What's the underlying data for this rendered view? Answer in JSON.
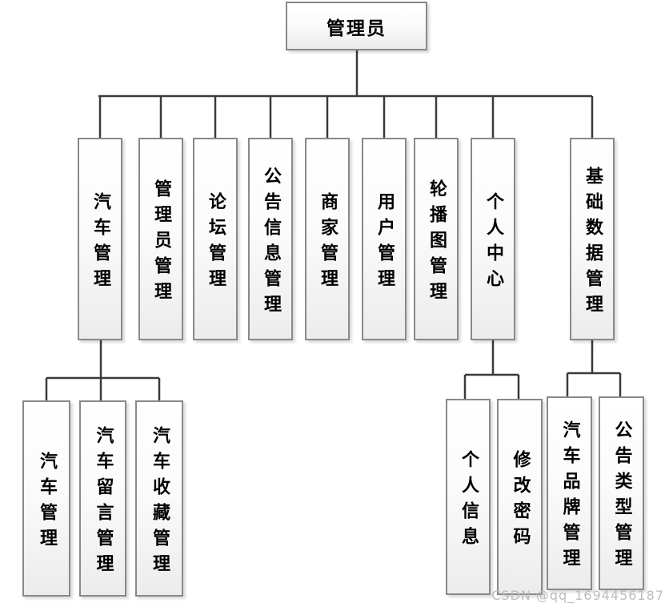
{
  "diagram": {
    "root": {
      "label": "管理员"
    },
    "level2": [
      {
        "label": "汽车管理"
      },
      {
        "label": "管理员管理"
      },
      {
        "label": "论坛管理"
      },
      {
        "label": "公告信息管理"
      },
      {
        "label": "商家管理"
      },
      {
        "label": "用户管理"
      },
      {
        "label": "轮播图管理"
      },
      {
        "label": "个人中心"
      },
      {
        "label": "基础数据管理"
      }
    ],
    "level3_car": [
      {
        "label": "汽车管理"
      },
      {
        "label": "汽车留言管理"
      },
      {
        "label": "汽车收藏管理"
      }
    ],
    "level3_personal": [
      {
        "label": "个人信息"
      },
      {
        "label": "修改密码"
      }
    ],
    "level3_basic": [
      {
        "label": "汽车品牌管理"
      },
      {
        "label": "公告类型管理"
      }
    ]
  },
  "watermark": "CSDN @qq_1694456187",
  "colors": {
    "line": "#3a3a3a",
    "box_border": "#898989",
    "watermark": "#b9b9b9"
  }
}
